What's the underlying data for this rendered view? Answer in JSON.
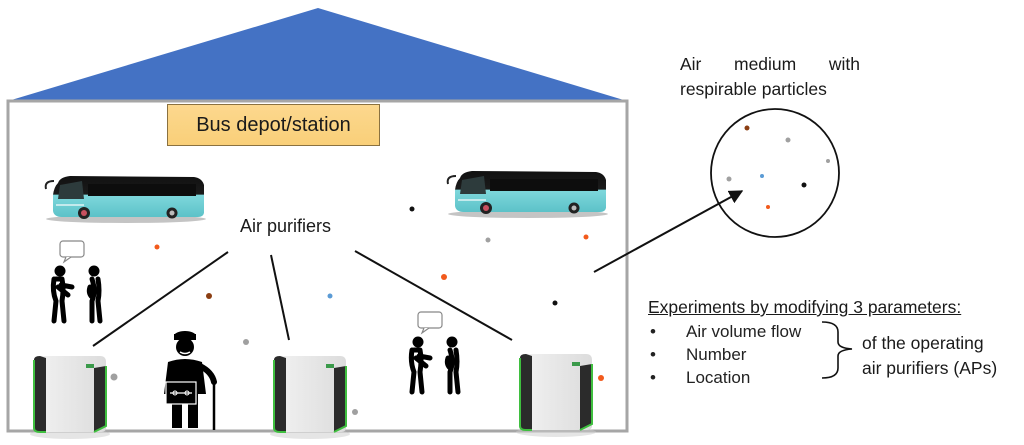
{
  "building": {
    "title": "Bus depot/station",
    "roof_color": "#4472c4",
    "wall_color": "#a6a6a6",
    "title_box_color": "#fcd88e"
  },
  "air_purifiers_label": "Air purifiers",
  "air_medium": {
    "line1_words": [
      "Air",
      "medium",
      "with"
    ],
    "line2": "respirable particles"
  },
  "experiments": {
    "title": "Experiments by modifying 3 parameters:",
    "parameters": [
      "Air volume flow",
      "Number",
      "Location"
    ],
    "applies_to_line1": "of the  operating",
    "applies_to_line2": "air purifiers (APs)"
  },
  "particle_colors": {
    "black": "#111111",
    "grey": "#a0a0a0",
    "orange": "#f25a1c",
    "brown": "#8b3e12",
    "blue": "#5b9bd5"
  },
  "figures": {
    "buses": 2,
    "air_purifier_units": 3,
    "people": [
      "two-people-talking",
      "elderly-person-with-cane-and-briefcase",
      "two-people-talking"
    ]
  }
}
